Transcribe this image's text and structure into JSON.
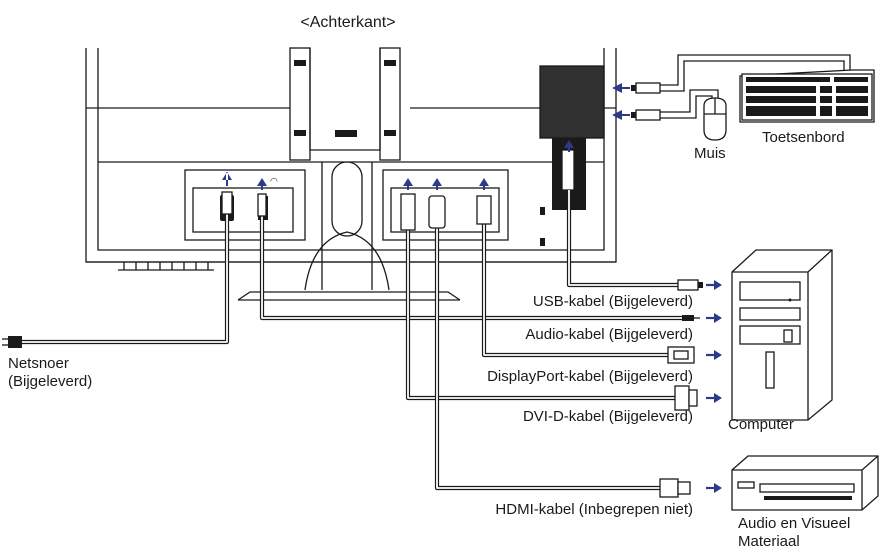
{
  "title": "<Achterkant>",
  "labels": {
    "toetsenbord": "Toetsenbord",
    "muis": "Muis",
    "netsnoer": "Netsnoer",
    "bijgeleverd": "(Bijgeleverd)",
    "usb_kabel": "USB-kabel (Bijgeleverd)",
    "audio_kabel": "Audio-kabel (Bijgeleverd)",
    "displayport_kabel": "DisplayPort-kabel (Bijgeleverd)",
    "dvid_kabel": "DVI-D-kabel (Bijgeleverd)",
    "hdmi_kabel": "HDMI-kabel (Inbegrepen niet)",
    "computer": "Computer",
    "av_line1": "Audio en Visueel",
    "av_line2": "Materiaal"
  },
  "colors": {
    "arrow": "#2d3a8c",
    "line": "#1a1a1a"
  }
}
